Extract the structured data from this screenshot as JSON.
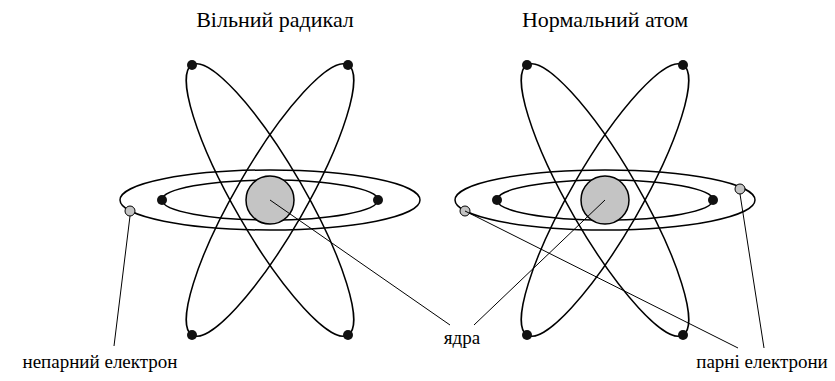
{
  "diagram": {
    "labels": [
      "Вільний радикал",
      "Нормальний атом",
      "ядра",
      "непарний електрон",
      "парні електрони"
    ]
  }
}
